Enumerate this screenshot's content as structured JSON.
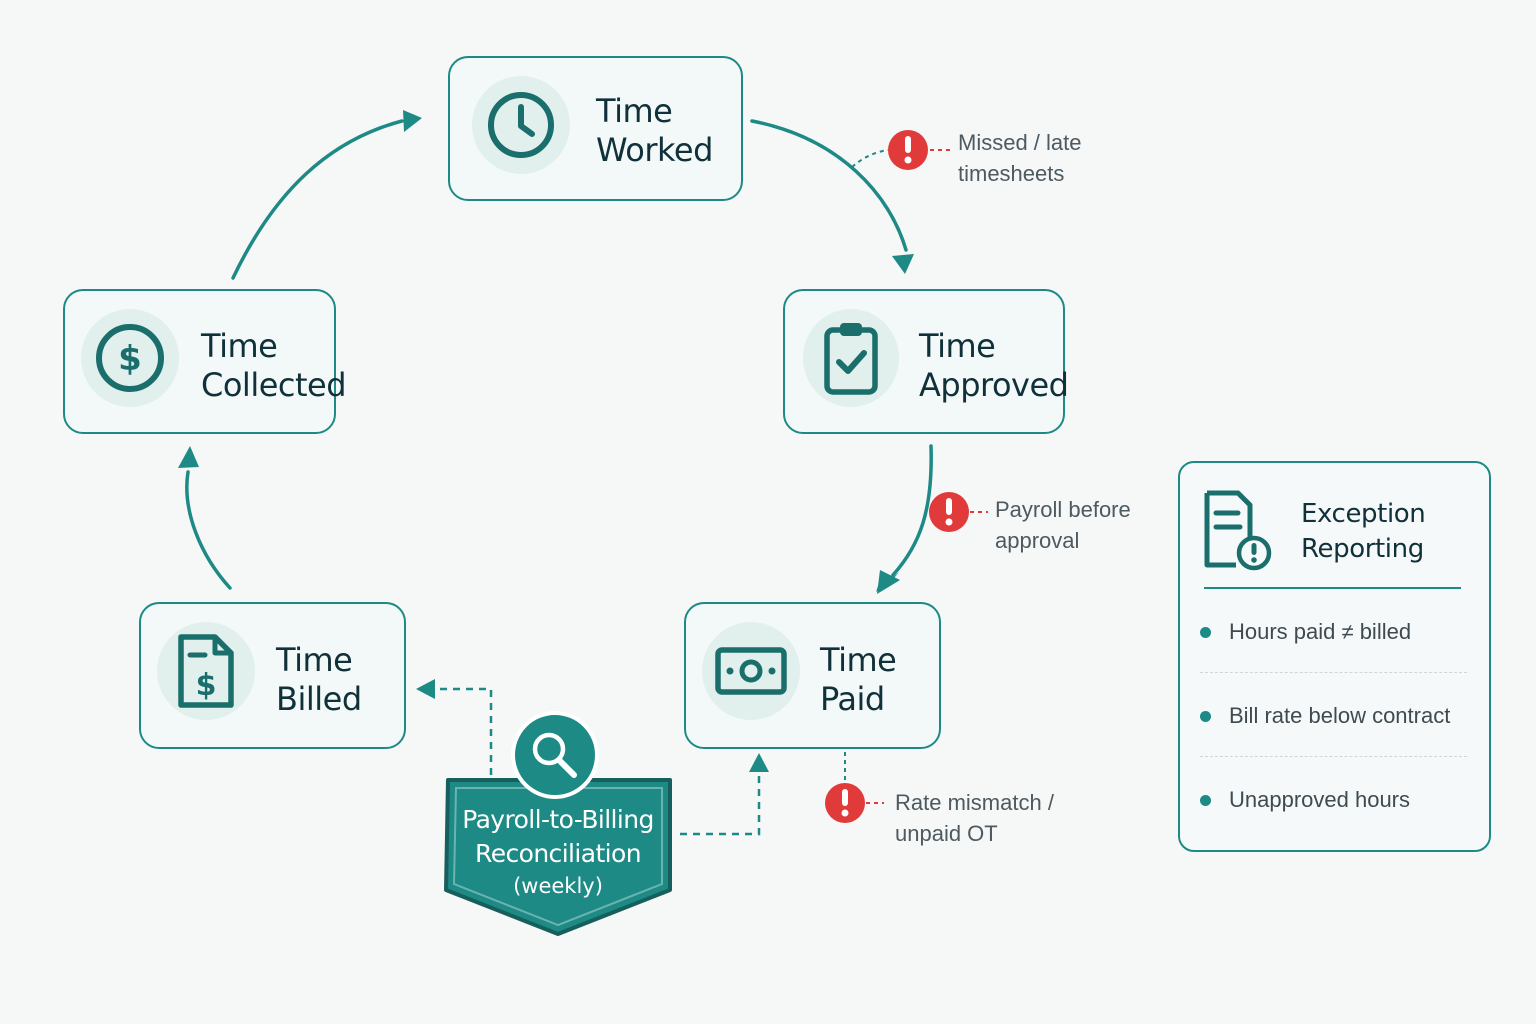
{
  "nodes": {
    "worked": {
      "line1": "Time",
      "line2": "Worked",
      "icon": "clock-icon"
    },
    "approved": {
      "line1": "Time",
      "line2": "Approved",
      "icon": "clipboard-check-icon"
    },
    "paid": {
      "line1": "Time",
      "line2": "Paid",
      "icon": "banknote-icon"
    },
    "billed": {
      "line1": "Time",
      "line2": "Billed",
      "icon": "invoice-dollar-icon"
    },
    "collected": {
      "line1": "Time",
      "line2": "Collected",
      "icon": "dollar-coin-icon"
    }
  },
  "warnings": [
    {
      "line1": "Missed / late",
      "line2": "timesheets"
    },
    {
      "line1": "Payroll before",
      "line2": "approval"
    },
    {
      "line1": "Rate mismatch /",
      "line2": "unpaid OT"
    }
  ],
  "reconciliation": {
    "line1": "Payroll-to-Billing",
    "line2": "Reconciliation",
    "line3": "(weekly)",
    "icon": "magnifier-icon"
  },
  "exception_panel": {
    "title_line1": "Exception",
    "title_line2": "Reporting",
    "icon": "document-alert-icon",
    "items": [
      "Hours paid ≠ billed",
      "Bill rate below contract",
      "Unapproved hours"
    ]
  },
  "colors": {
    "teal": "#1d8a85",
    "icon_teal": "#1a6e6c",
    "warning_red": "#e03a3a",
    "node_fill": "#f3f9f8",
    "icon_disc": "#e1efed"
  }
}
